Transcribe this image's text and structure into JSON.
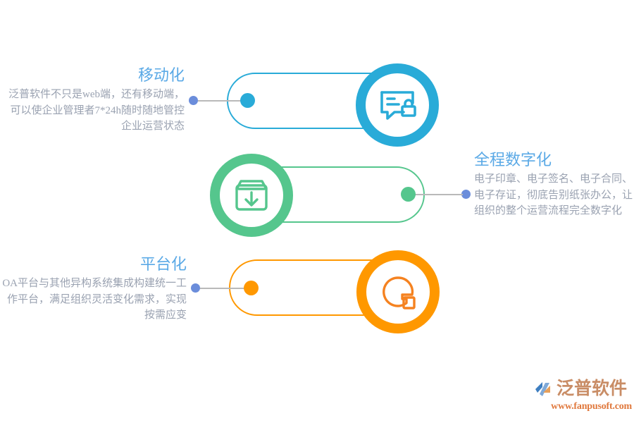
{
  "palette": {
    "blue": "#29abd8",
    "green": "#55c68d",
    "orange": "#ff9800",
    "heading_blue": "#5aa9e6",
    "body_gray": "#9aa2b1",
    "connector_gray": "#b9b9b9",
    "endpoint_dot": "#6b8ddb",
    "background": "#ffffff"
  },
  "sections": [
    {
      "id": "mobile",
      "heading": "移动化",
      "body": "泛普软件不只是web端，还有移动端，可以使企业管理者7*24h随时随地管控企业运营状态",
      "icon": "message-lock-icon",
      "accent": "#29abd8",
      "side": "left"
    },
    {
      "id": "digital",
      "heading": "全程数字化",
      "body": "电子印章、电子签名、电子合同、电子存证，彻底告别纸张办公，让组织的整个运营流程完全数字化",
      "icon": "archive-download-icon",
      "accent": "#55c68d",
      "side": "right"
    },
    {
      "id": "platform",
      "heading": "平台化",
      "body": "OA平台与其他异构系统集成构建统一工作平台，满足组织灵活变化需求，实现按需应变",
      "icon": "pie-chart-icon",
      "accent": "#ff9800",
      "side": "left"
    }
  ],
  "logo": {
    "name": "泛普软件",
    "url": "www.fanpusoft.com",
    "mark": "fanpu-logo-mark"
  }
}
